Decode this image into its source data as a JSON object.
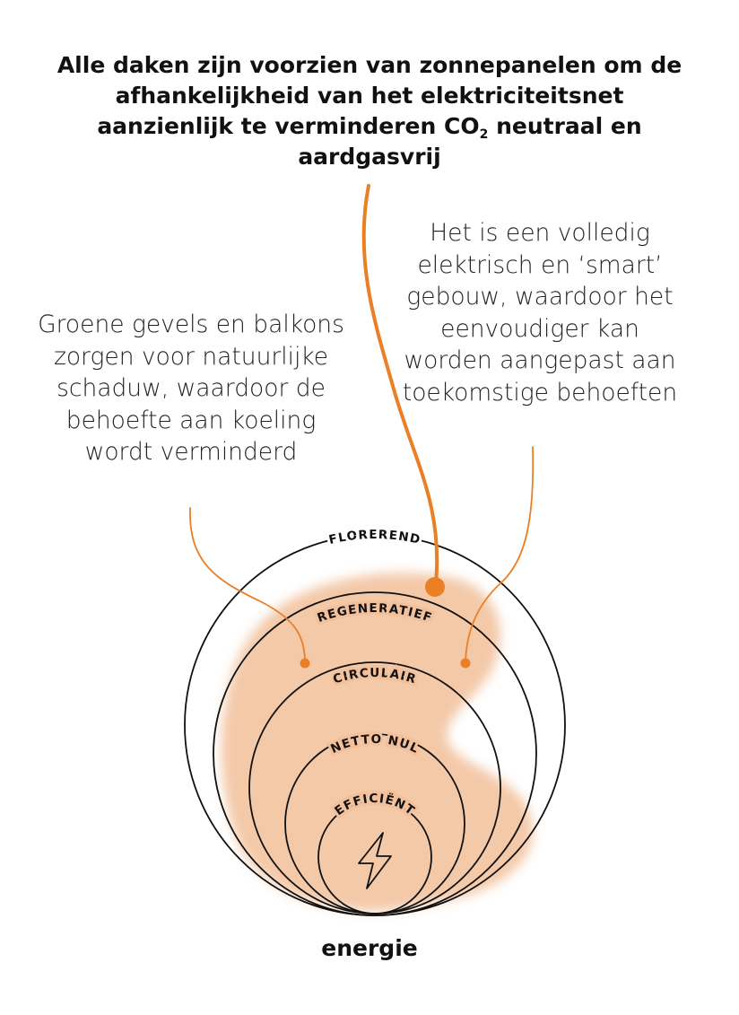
{
  "headline": {
    "before_sub": "Alle daken zijn voorzien van zonnepanelen om de afhankelijkheid van het elektriciteitsnet aanzienlijk te verminderen CO",
    "sub": "2",
    "after_sub": " neutraal en aardgasvrij"
  },
  "notes": {
    "left": "Groene gevels en balkons zorgen voor natuurlijke schaduw, waardoor de behoefte aan koeling wordt verminderd",
    "right": "Het is een volledig elektrisch en ‘smart’ gebouw, waardoor het eenvoudiger kan worden aangepast aan toekomstige behoeften"
  },
  "rings": [
    {
      "label": "FLOREREND"
    },
    {
      "label": "REGENERATIEF"
    },
    {
      "label": "CIRCULAIR"
    },
    {
      "label": "NETTO NUL"
    },
    {
      "label": "EFFICIËNT"
    }
  ],
  "center_icon": "lightning-bolt-icon",
  "bottom_label": "energie",
  "colors": {
    "accent": "#ea7f25",
    "blob": "#f2c09a",
    "line": "#111111"
  }
}
